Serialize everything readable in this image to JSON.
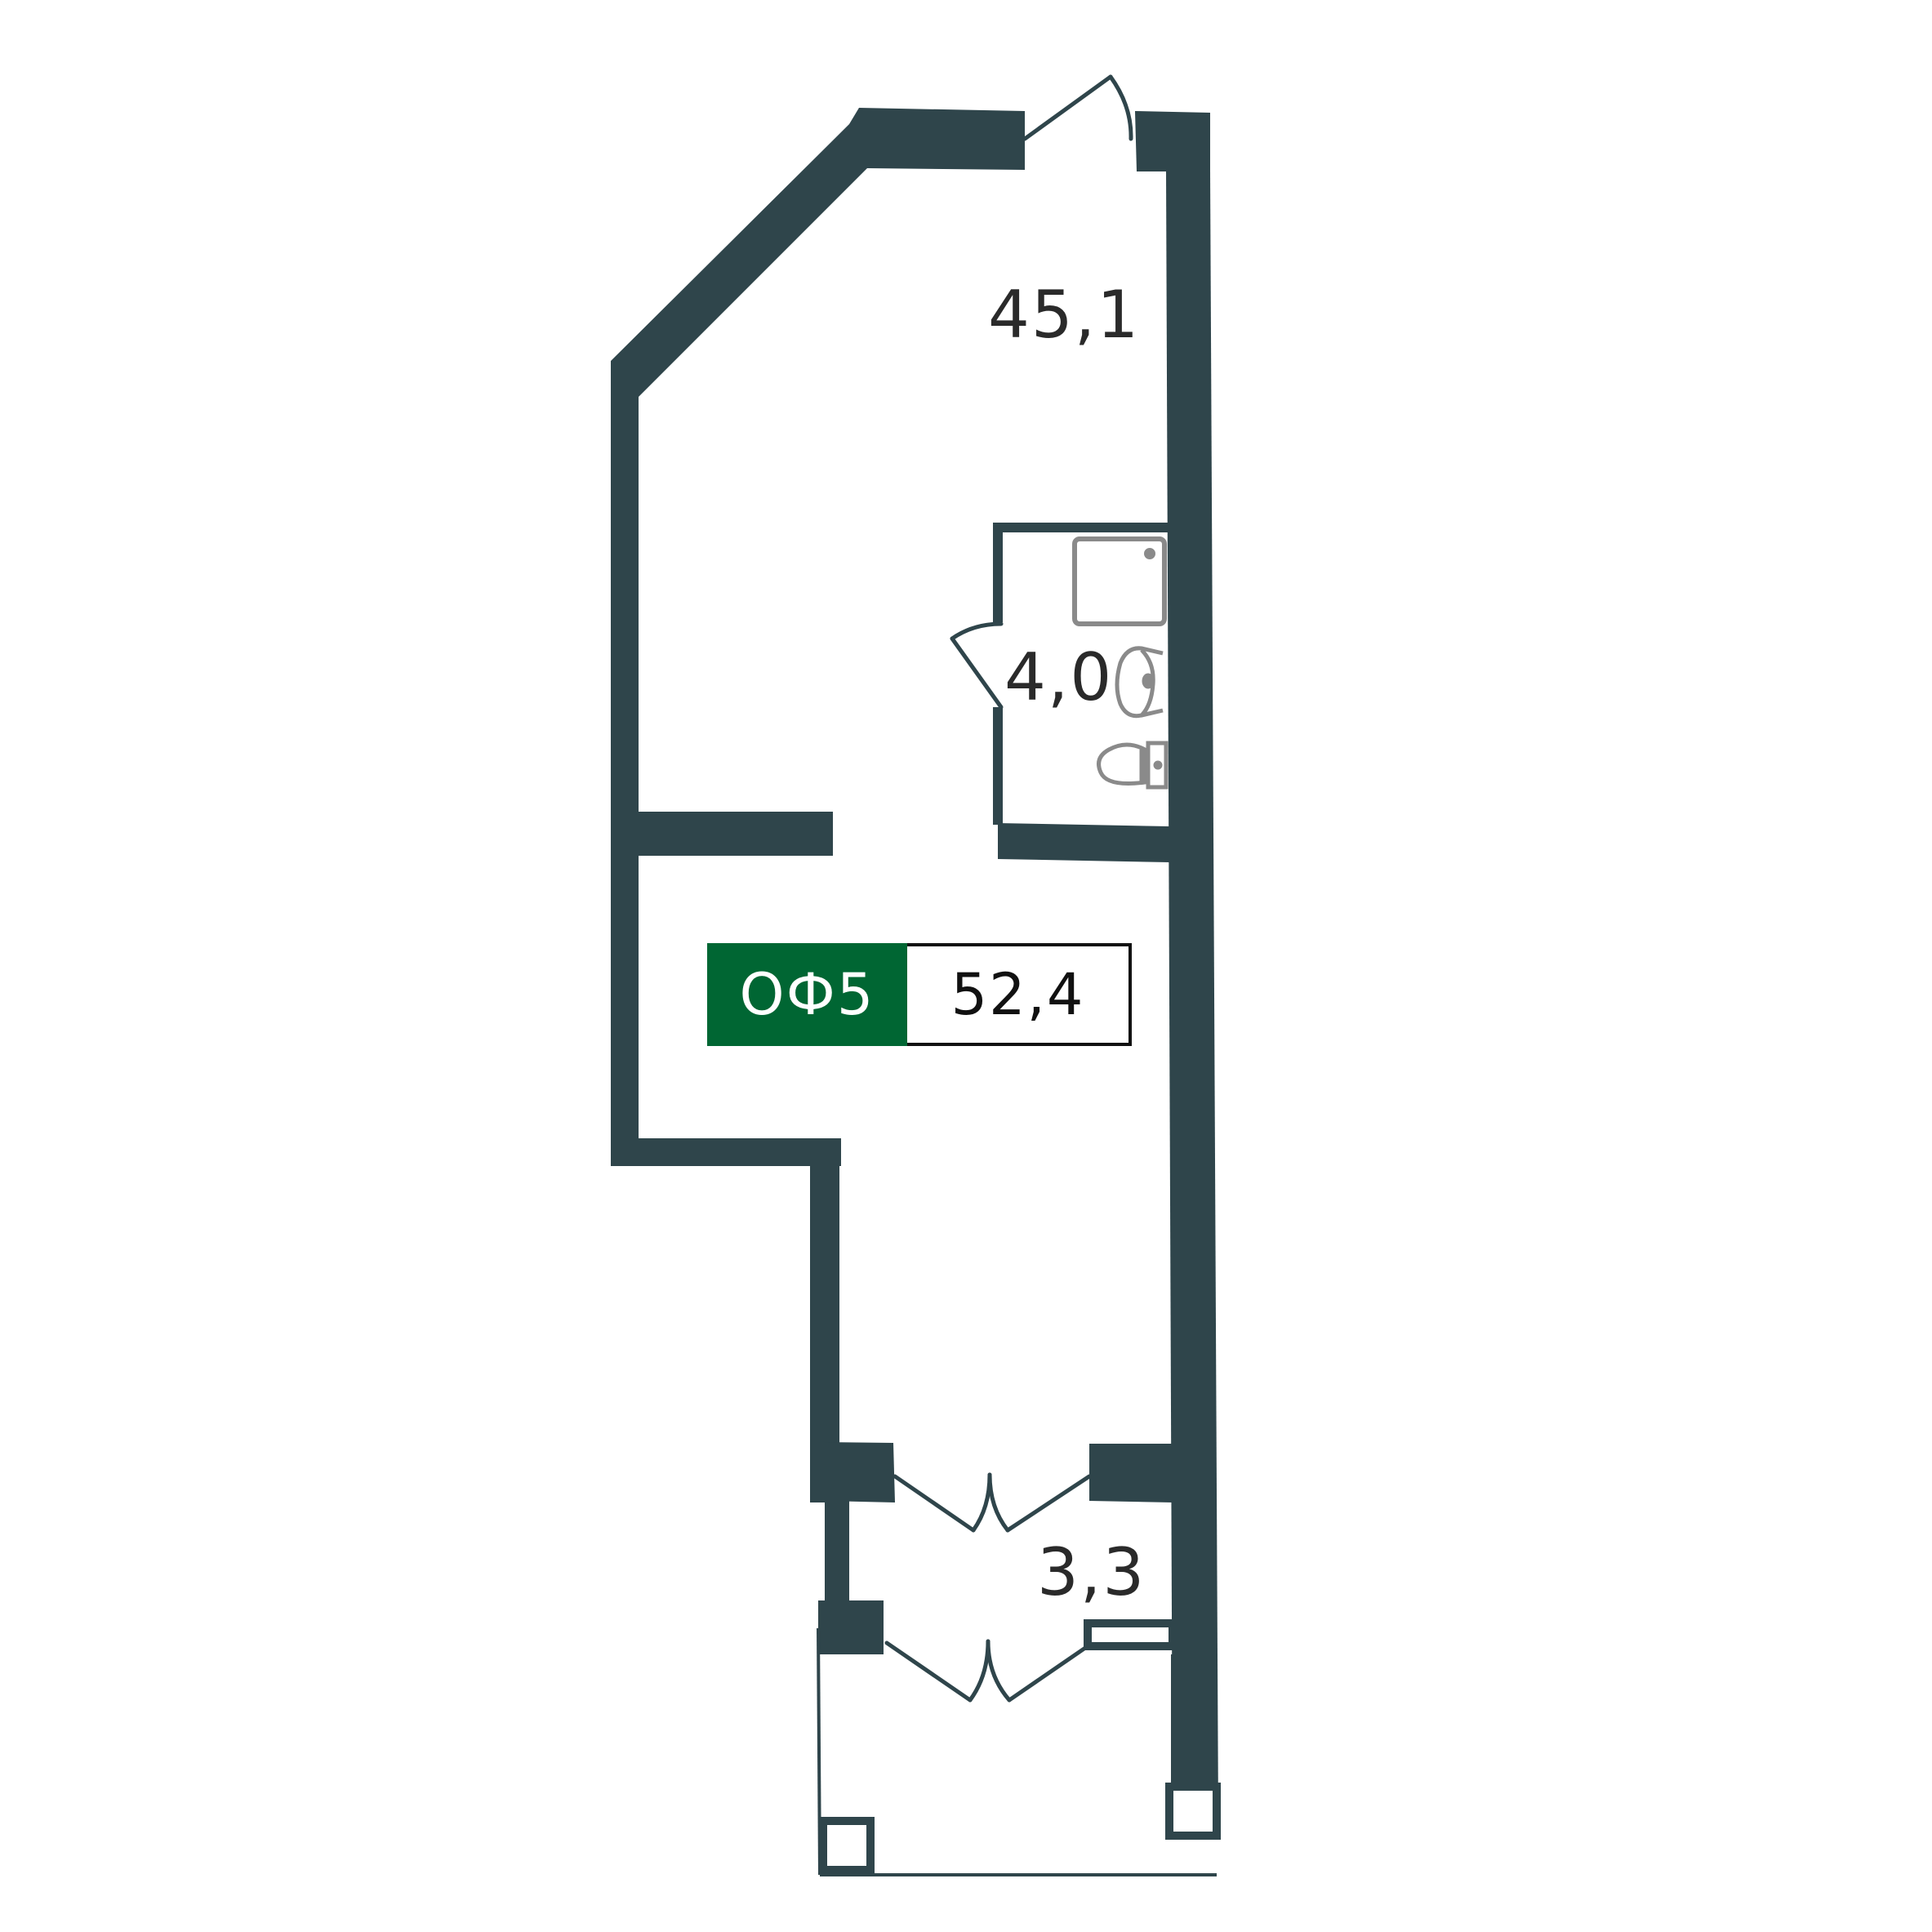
{
  "colors": {
    "wall": "#2f454b",
    "fixture": "#8a8a8a",
    "accent_green": "#006633",
    "text": "#2a2a2a",
    "background": "#ffffff"
  },
  "rooms": [
    {
      "id": "main_office",
      "area_label": "45,1"
    },
    {
      "id": "bathroom",
      "area_label": "4,0"
    },
    {
      "id": "vestibule",
      "area_label": "3,3"
    }
  ],
  "unit": {
    "code": "ОФ5",
    "total_area": "52,4"
  },
  "fixtures": {
    "bathroom": [
      "shower-tray-icon",
      "sink-icon",
      "toilet-icon"
    ],
    "entry": [
      "double-door-icon",
      "double-door-icon"
    ],
    "columns": [
      "column-icon",
      "column-icon"
    ]
  }
}
